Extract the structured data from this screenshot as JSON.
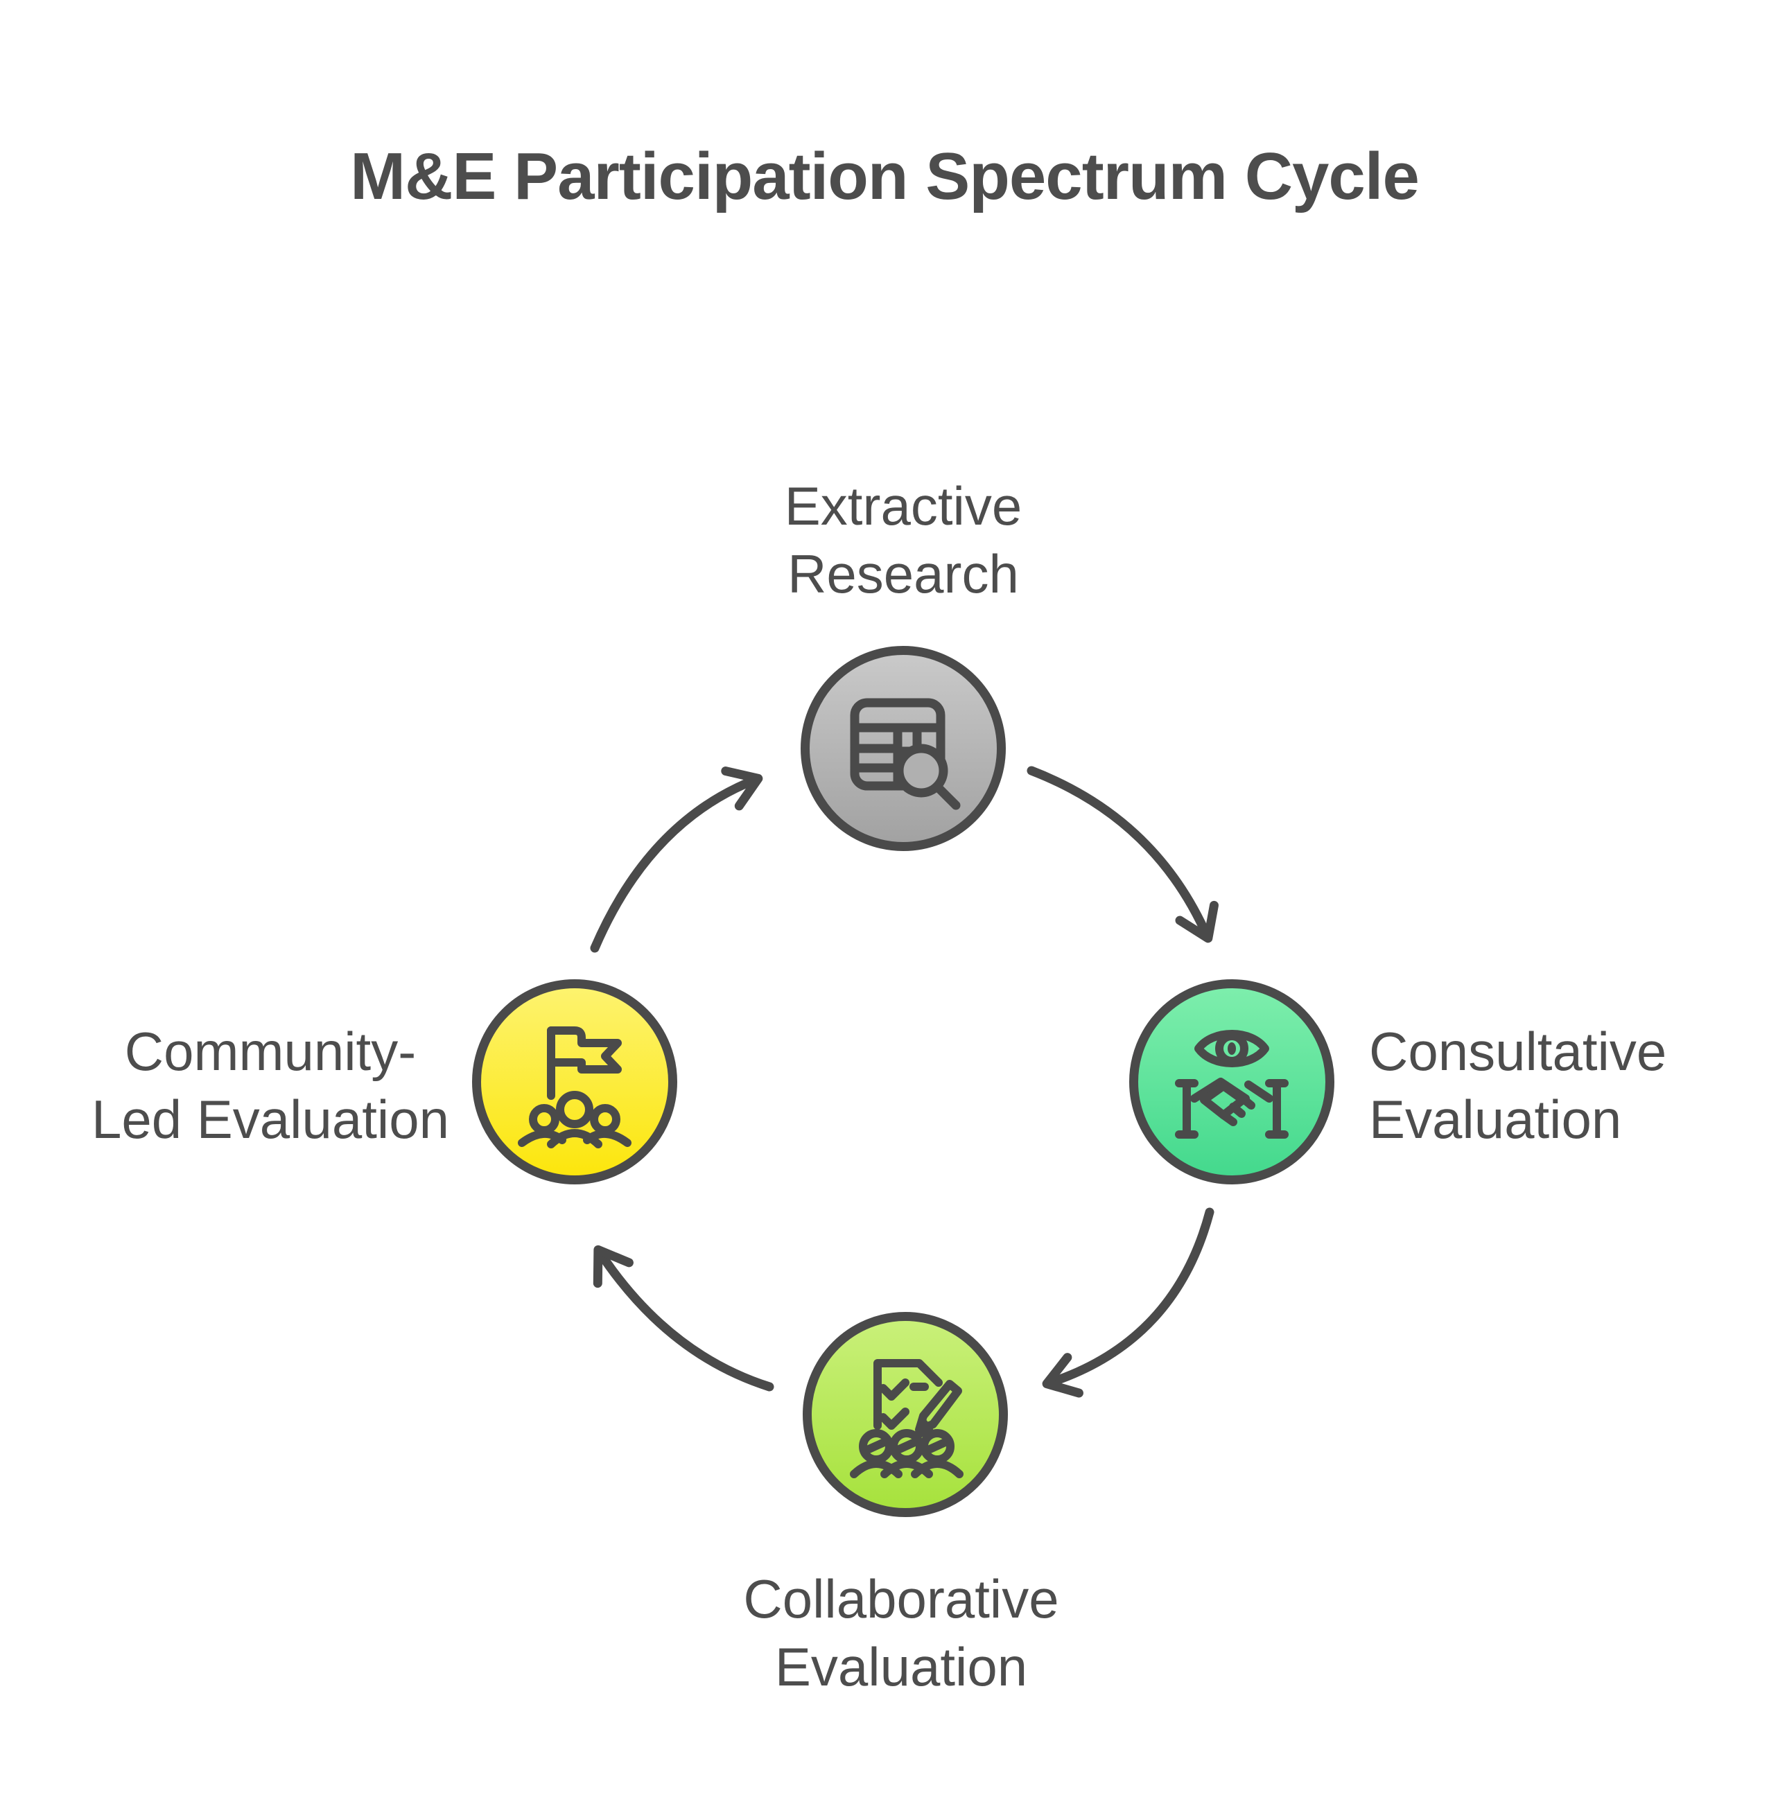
{
  "title": "M&E Participation Spectrum Cycle",
  "diagram": {
    "type": "cycle",
    "flow": "clockwise",
    "stroke_color": "#4a4a4a",
    "text_color": "#4d4d4d",
    "background_color": "#ffffff",
    "nodes": [
      {
        "id": "extractive-research",
        "position": "top",
        "label_line1": "Extractive",
        "label_line2": "Research",
        "icon": "data-table-search-icon",
        "color_top": "#c9c9c9",
        "color_bottom": "#a2a2a2"
      },
      {
        "id": "consultative-evaluation",
        "position": "right",
        "label_line1": "Consultative",
        "label_line2": "Evaluation",
        "icon": "eye-handshake-icon",
        "color_top": "#7deeac",
        "color_bottom": "#44d98d"
      },
      {
        "id": "collaborative-evaluation",
        "position": "bottom",
        "label_line1": "Collaborative",
        "label_line2": "Evaluation",
        "icon": "checklist-people-icon",
        "color_top": "#c9f079",
        "color_bottom": "#a7e23d"
      },
      {
        "id": "community-led-evaluation",
        "position": "left",
        "label_line1": "Community-",
        "label_line2": "Led Evaluation",
        "icon": "flag-people-icon",
        "color_top": "#fdf36e",
        "color_bottom": "#fce60d"
      }
    ]
  }
}
